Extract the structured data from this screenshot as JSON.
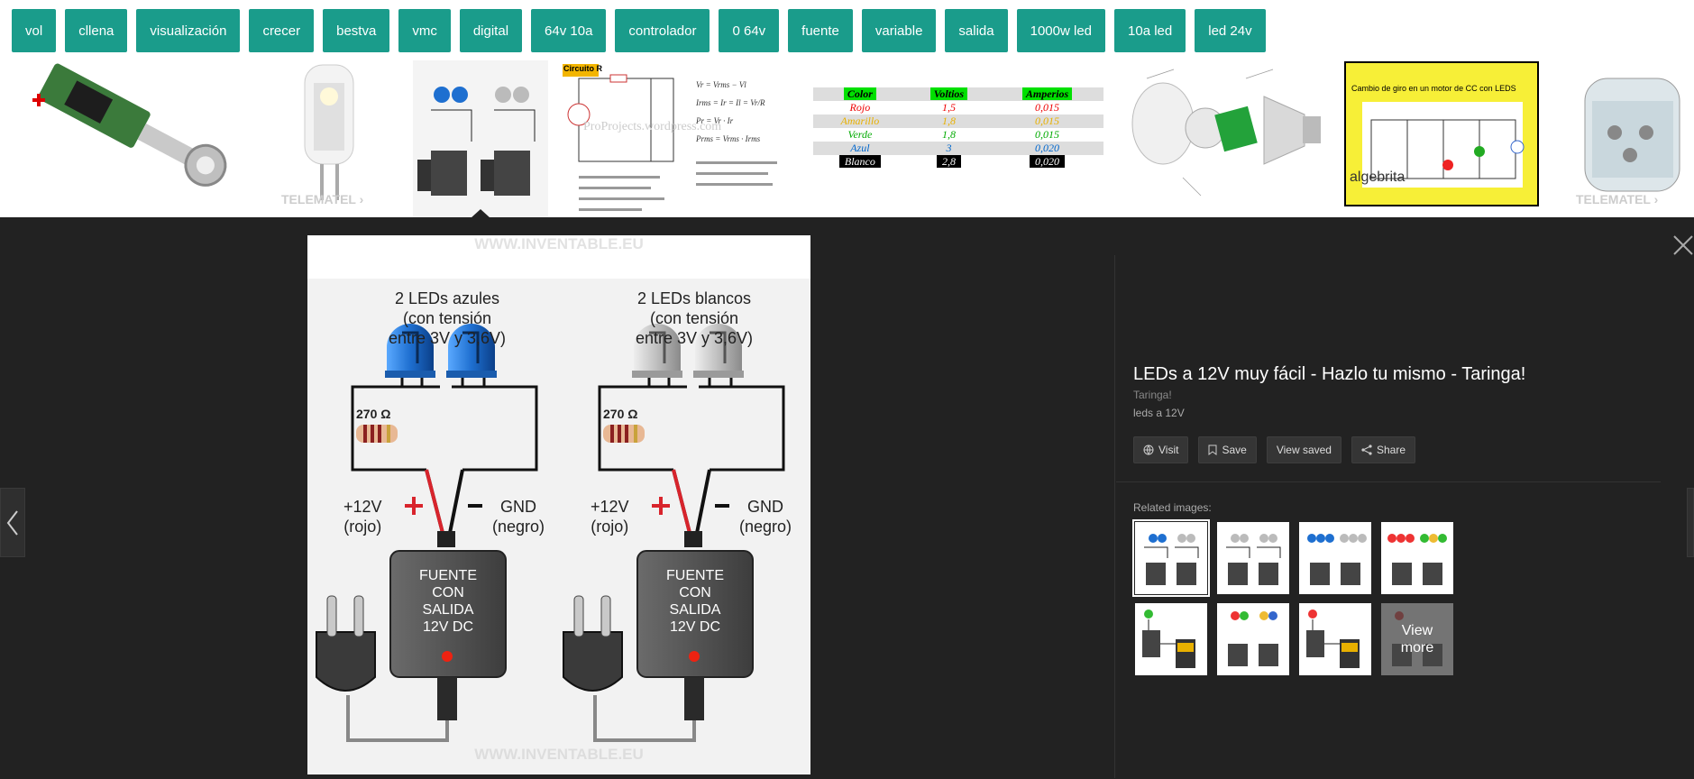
{
  "chips": [
    "vol",
    "cllena",
    "visualización",
    "crecer",
    "bestva",
    "vmc",
    "digital",
    "64v 10a",
    "controlador",
    "0 64v",
    "fuente",
    "variable",
    "salida",
    "1000w led",
    "10a led",
    "led 24v"
  ],
  "strip": {
    "telematel_label": "TELEMATEL ›",
    "proprojects_watermark": "ProProjects.wordpress.com",
    "circuit_heading": "Circuito R",
    "color_table": {
      "headers": [
        "Color",
        "Voltios",
        "Amperios"
      ],
      "rows": [
        [
          "Rojo",
          "1,5",
          "0,015"
        ],
        [
          "Amarillo",
          "1,8",
          "0,015"
        ],
        [
          "Verde",
          "1,8",
          "0,015"
        ],
        [
          "Azul",
          "3",
          "0,020"
        ],
        [
          "Blanco",
          "2,8",
          "0,020"
        ]
      ]
    },
    "motor_title": "Cambio de giro en un motor de CC con LEDS",
    "algebrita_label": "algebrita"
  },
  "main_image": {
    "watermark": "WWW.INVENTABLE.EU",
    "left": {
      "label_lines": [
        "2 LEDs azules",
        "(con tensión",
        "entre 3V y 3,6V)"
      ],
      "resistor": "270 Ω",
      "plus_label": [
        "+12V",
        "(rojo)"
      ],
      "gnd_label": [
        "GND",
        "(negro)"
      ],
      "psu_lines": [
        "FUENTE",
        "CON",
        "SALIDA",
        "12V DC"
      ]
    },
    "right": {
      "label_lines": [
        "2 LEDs blancos",
        "(con tensión",
        "entre 3V y 3,6V)"
      ],
      "resistor": "270 Ω",
      "plus_label": [
        "+12V",
        "(rojo)"
      ],
      "gnd_label": [
        "GND",
        "(negro)"
      ],
      "psu_lines": [
        "FUENTE",
        "CON",
        "SALIDA",
        "12V DC"
      ]
    }
  },
  "panel": {
    "title": "LEDs a 12V muy fácil - Hazlo tu mismo - Taringa!",
    "source": "Taringa!",
    "subtitle": "leds a 12V",
    "actions": [
      "Visit",
      "Save",
      "View saved",
      "Share"
    ],
    "related_label": "Related images:",
    "view_more": [
      "View",
      "more"
    ]
  },
  "colors": {
    "chip": "#1a9c8b",
    "background": "#222222",
    "led_blue": "#1e6fd0",
    "led_white": "#bdbdbd",
    "wire_red": "#d8242c"
  }
}
